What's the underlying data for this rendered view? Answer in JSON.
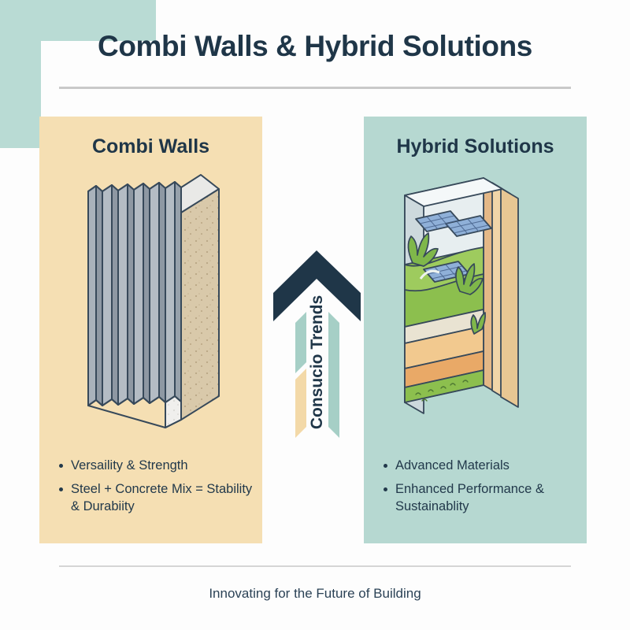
{
  "header": {
    "title": "Combi Walls & Hybrid Solutions"
  },
  "panels": {
    "left": {
      "heading": "Combi Walls",
      "illustration_name": "combi-wall-steel-concrete-illustration",
      "bullets": [
        "Versaility & Strength",
        "Steel + Concrete Mix = Stability & Durabiity"
      ]
    },
    "right": {
      "heading": "Hybrid Solutions",
      "illustration_name": "hybrid-green-wall-solar-illustration",
      "bullets": [
        "Advanced Materials",
        "Enhanced Performance & Sustainablity"
      ]
    }
  },
  "center": {
    "arrow_label": "Consucio Trends",
    "arrow_icon": "up-arrow-icon"
  },
  "footer": {
    "tagline": "Innovating for the Future of Building"
  },
  "colors": {
    "navy": "#1f3648",
    "tan_panel": "#f5dfb3",
    "teal_panel": "#b6d8d1",
    "corner_teal": "#b9dbd4",
    "corner_tan": "#f3dfb5",
    "background": "#fdfdfd",
    "rule_grey": "#c9c9c9"
  }
}
